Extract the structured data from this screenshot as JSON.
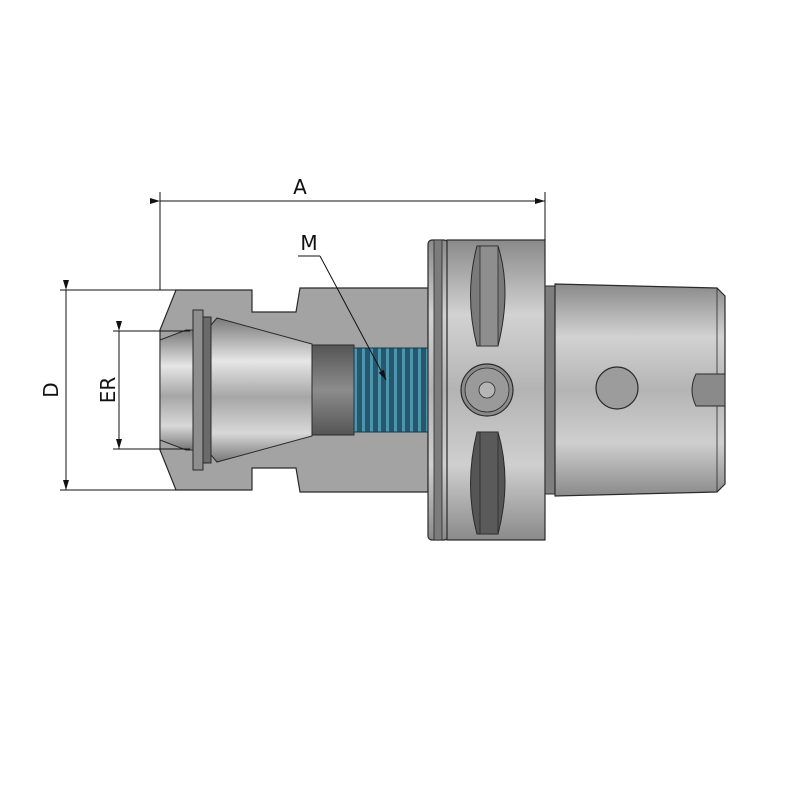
{
  "diagram": {
    "type": "technical-drawing",
    "subject": "ER collet chuck tool holder (side section view)",
    "dimensions": {
      "A": {
        "label": "A"
      },
      "D": {
        "label": "D"
      },
      "ER": {
        "label": "ER"
      },
      "M": {
        "label": "M"
      }
    }
  },
  "colors": {
    "body": "#9a9a9a",
    "body_light": "#c8c8c8",
    "body_dark": "#6e6e6e",
    "outline": "#2a2a2a",
    "thread": "#2f6f8a",
    "dim_line": "#111111"
  }
}
